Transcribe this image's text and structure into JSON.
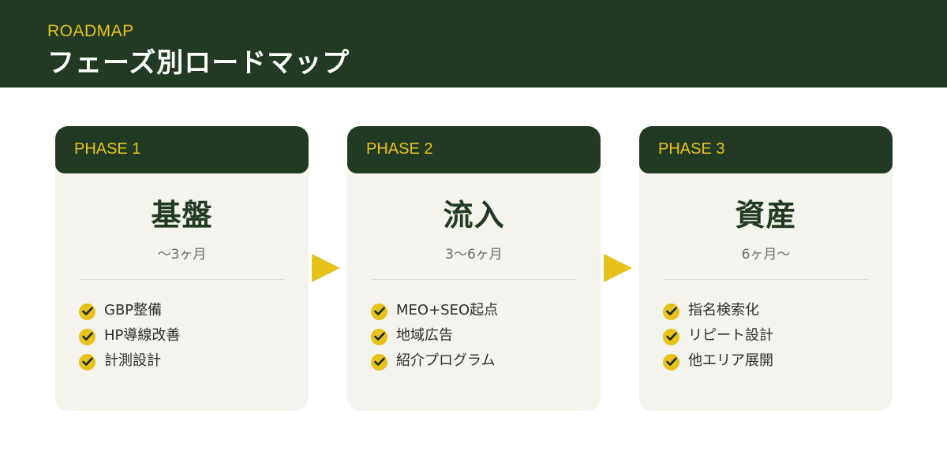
{
  "header": {
    "eyebrow": "ROADMAP",
    "title": "フェーズ別ロードマップ"
  },
  "colors": {
    "primary": "#223a23",
    "accent": "#e6c21a",
    "card_background": "#f4f3ed"
  },
  "phases": [
    {
      "label": "PHASE 1",
      "name": "基盤",
      "period": "〜3ヶ月",
      "items": [
        "GBP整備",
        "HP導線改善",
        "計測設計"
      ]
    },
    {
      "label": "PHASE 2",
      "name": "流入",
      "period": "3〜6ヶ月",
      "items": [
        "MEO+SEO起点",
        "地域広告",
        "紹介プログラム"
      ]
    },
    {
      "label": "PHASE 3",
      "name": "資産",
      "period": "6ヶ月〜",
      "items": [
        "指名検索化",
        "リピート設計",
        "他エリア展開"
      ]
    }
  ],
  "icons": {
    "check": "check-circle-icon",
    "connector": "triangle-right-icon"
  }
}
